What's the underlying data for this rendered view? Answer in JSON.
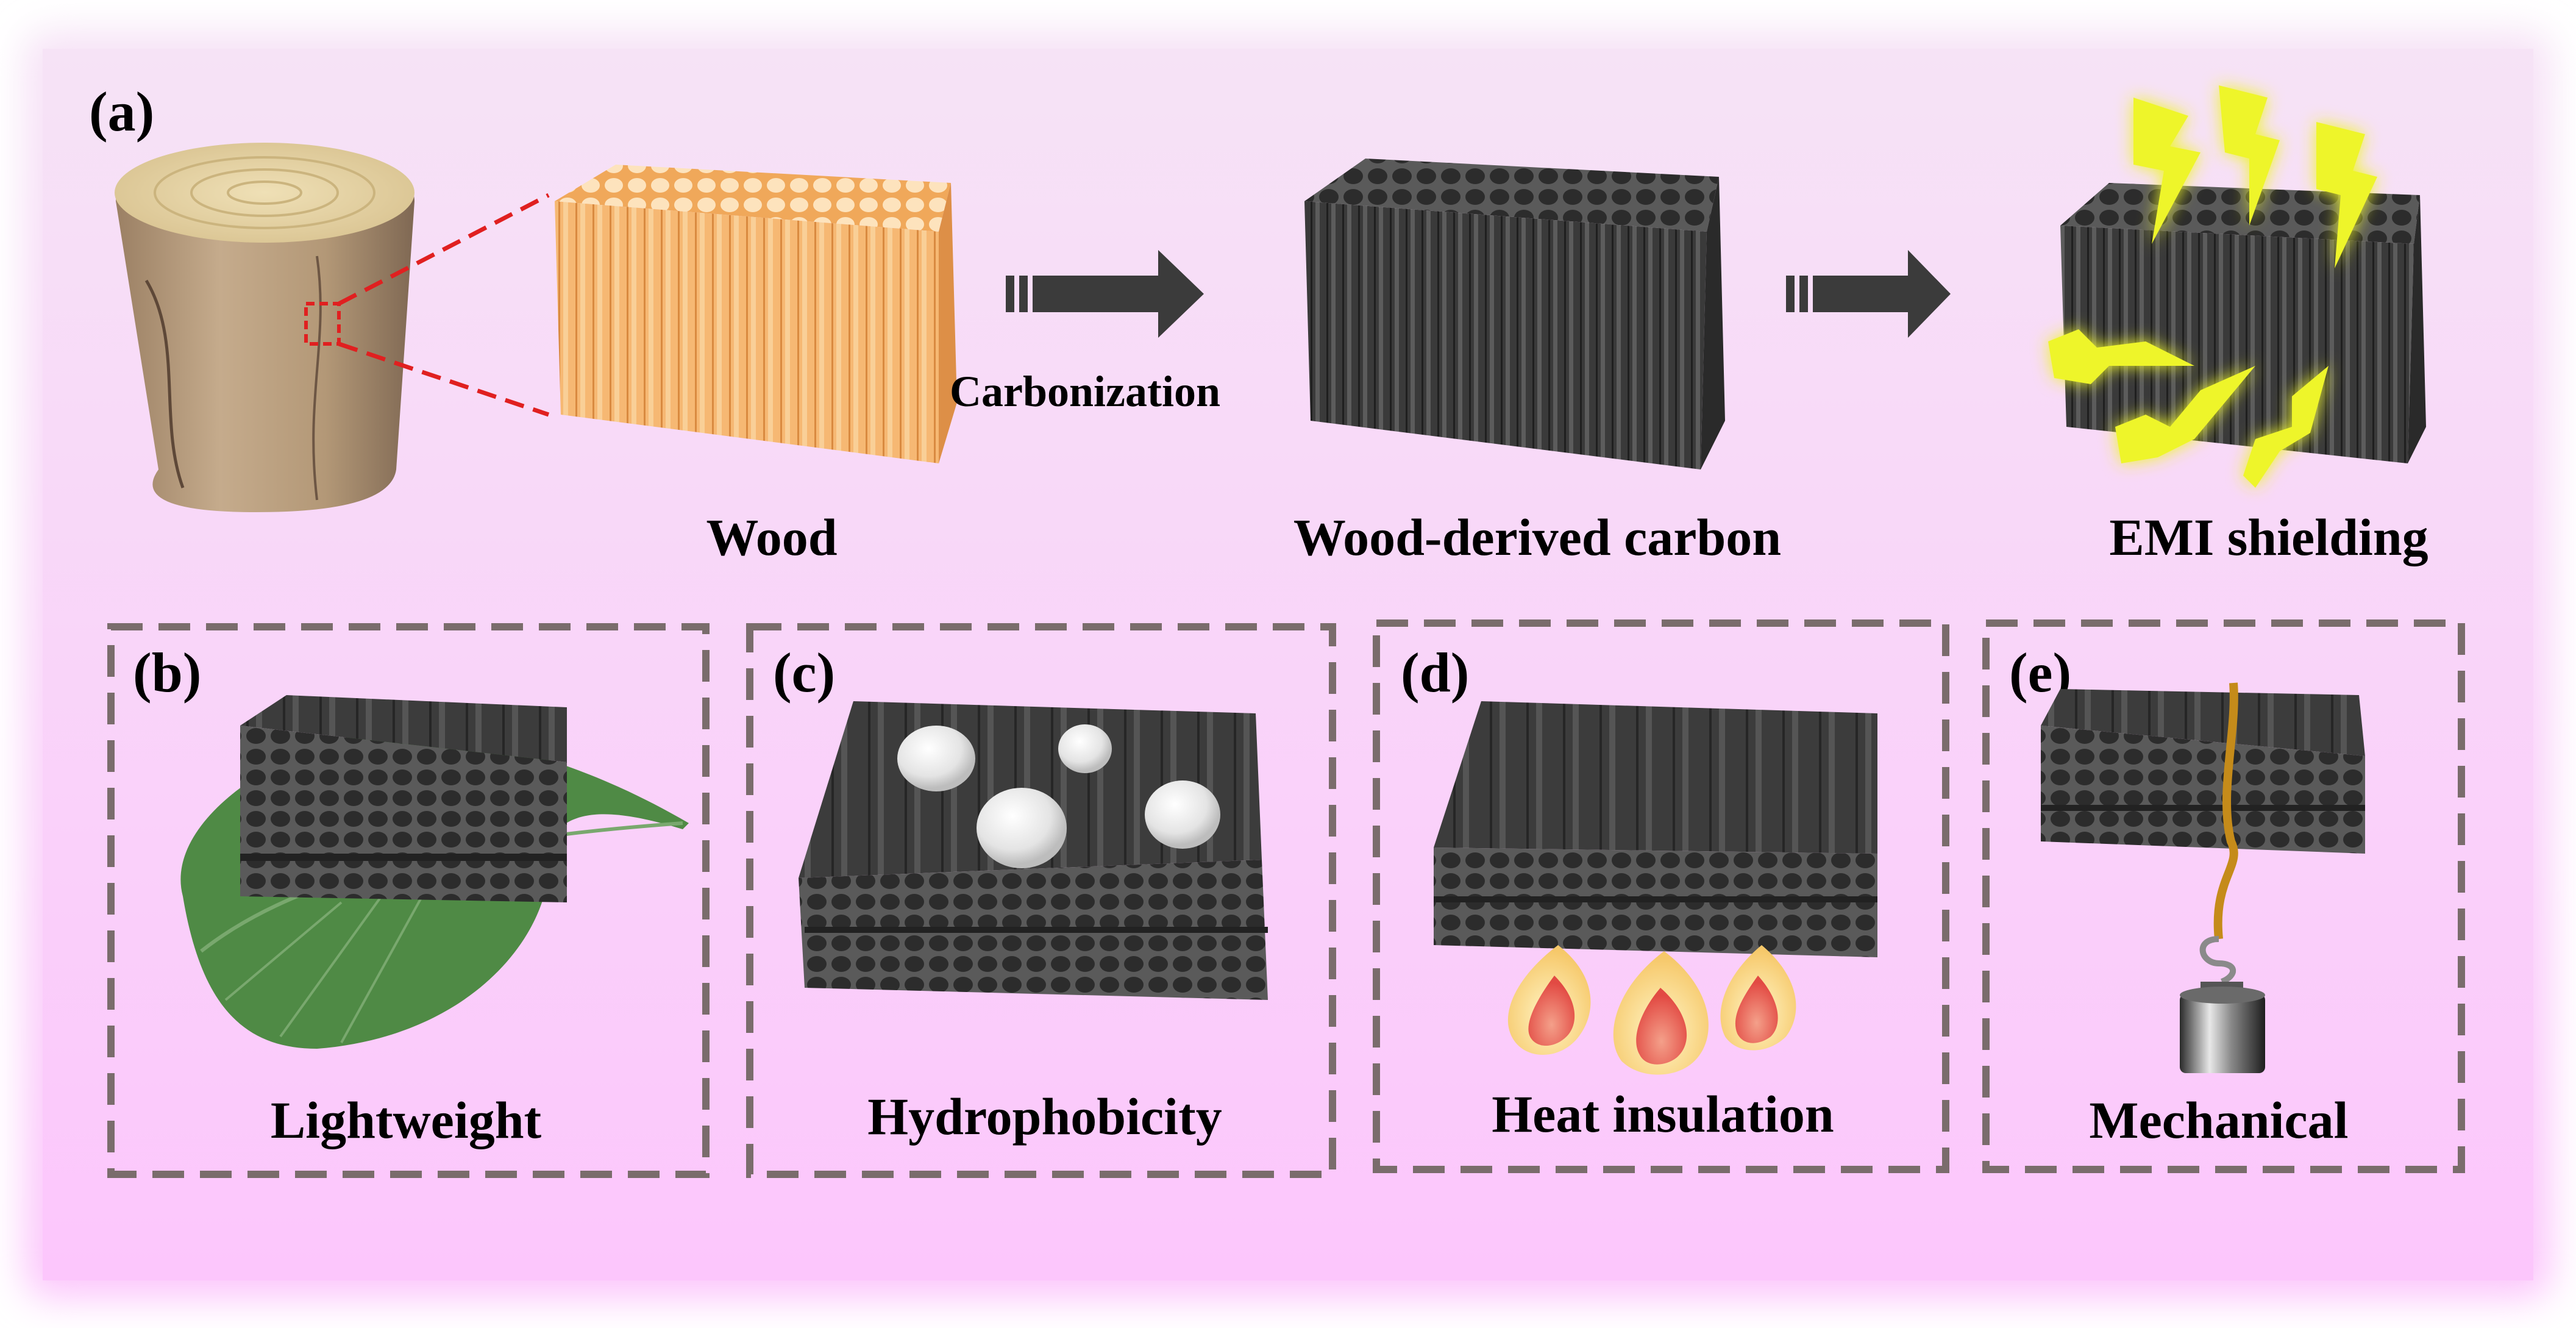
{
  "panel_a": {
    "letter": "(a)",
    "process_label": "Carbonization",
    "captions": {
      "wood": "Wood",
      "carbon": "Wood-derived carbon",
      "emi": "EMI shielding"
    }
  },
  "panels": [
    {
      "letter": "(b)",
      "caption": "Lightweight"
    },
    {
      "letter": "(c)",
      "caption": "Hydrophobicity"
    },
    {
      "letter": "(d)",
      "caption": "Heat insulation"
    },
    {
      "letter": "(e)",
      "caption": "Mechanical"
    }
  ],
  "colors": {
    "background_top": "#f6e3f6",
    "background_bottom": "#fcc8fc",
    "wood_cell": "#f3b56d",
    "carbon": "#3d3d3d",
    "zoom_lines": "#e02020",
    "lightning": "#ecf52a",
    "leaf": "#4f8a45",
    "flame_outer": "#fbe08c",
    "flame_inner": "#e8584e",
    "string": "#c58b1a",
    "panel_border": "#7a6c6c"
  }
}
